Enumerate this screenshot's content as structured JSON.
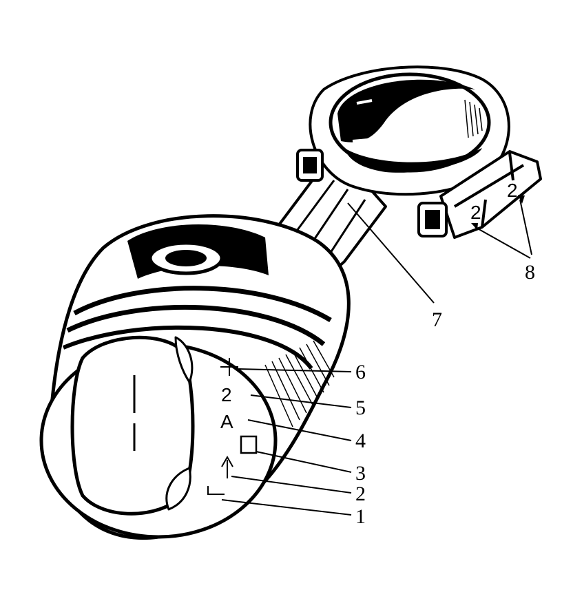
{
  "diagram": {
    "callouts": {
      "c1": "1",
      "c2": "2",
      "c3": "3",
      "c4": "4",
      "c5": "5",
      "c6": "6",
      "c7": "7",
      "c8": "8"
    },
    "crown_marks": {
      "cylinder_number": "2",
      "class_letter": "A"
    },
    "rod_marks": {
      "rod_number": "2",
      "cap_number": "2"
    },
    "colors": {
      "ink": "#000000",
      "paper": "#ffffff"
    }
  }
}
